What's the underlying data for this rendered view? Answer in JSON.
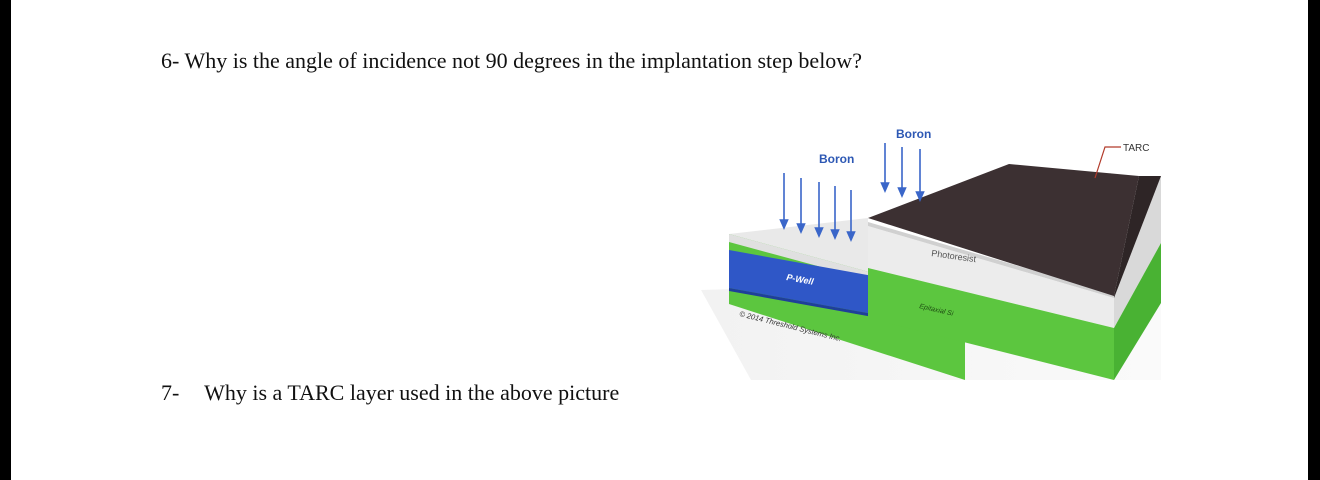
{
  "questions": [
    {
      "number": "6-",
      "text": "Why is the angle of incidence not 90 degrees in the implantation step below?"
    },
    {
      "number": "7-",
      "text": "Why is a TARC layer used in the above picture"
    }
  ],
  "figure": {
    "labels": {
      "boron_left": "Boron",
      "boron_right": "Boron",
      "tarc": "TARC",
      "photoresist": "Photoresist",
      "p_well": "P-Well",
      "epitaxial": "Epitaxial Si",
      "copyright": "© 2014 Threshold Systems Inc."
    },
    "colors": {
      "silicon_green": "#5cc63f",
      "p_well_blue": "#2f57c7",
      "photoresist_gray": "#dcdcdc",
      "tarc_dark": "#3c3032",
      "arrow_blue": "#3a66c9",
      "label_blue": "#2d58b4"
    }
  }
}
